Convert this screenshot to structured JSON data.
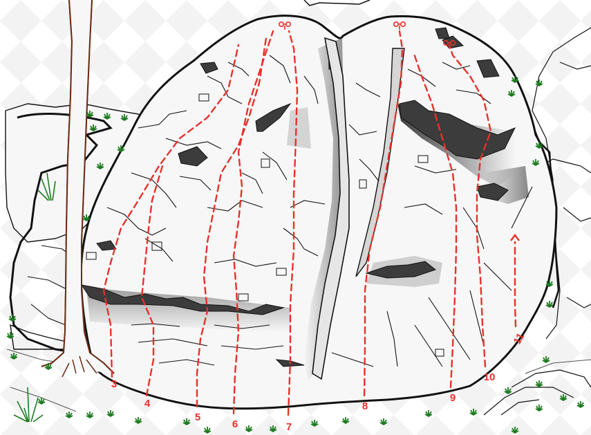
{
  "colors": {
    "background": "#ffffff",
    "background_pattern": "#f2f2f2",
    "rock_fill": "#f7f7f7",
    "rock_outline": "#111111",
    "shadow_dark": "#3c3c3c",
    "shadow_light": "#bdbdbd",
    "route": "#e8302a",
    "tree": "#6b2b12",
    "grass": "#1d7a20",
    "ground_line": "#555555"
  },
  "routes": [
    {
      "id": "3",
      "label": "3",
      "anchor": false,
      "arrow": false
    },
    {
      "id": "4",
      "label": "4",
      "anchor": true,
      "arrow": false
    },
    {
      "id": "5",
      "label": "5",
      "anchor": false,
      "arrow": false
    },
    {
      "id": "6",
      "label": "6",
      "anchor": true,
      "arrow": false
    },
    {
      "id": "7",
      "label": "7",
      "anchor": true,
      "arrow": false
    },
    {
      "id": "8",
      "label": "8",
      "anchor": true,
      "arrow": false
    },
    {
      "id": "9",
      "label": "9",
      "anchor": false,
      "arrow": false
    },
    {
      "id": "10",
      "label": "10",
      "anchor": true,
      "arrow": false
    },
    {
      "id": "11",
      "label": "11",
      "anchor": false,
      "arrow": true
    }
  ],
  "icons": {
    "anchor": "lower-off-anchor-icon",
    "arrow": "route-end-arrow-icon",
    "tree": "tree-trunk-icon",
    "grass": "grass-tuft-icon"
  }
}
